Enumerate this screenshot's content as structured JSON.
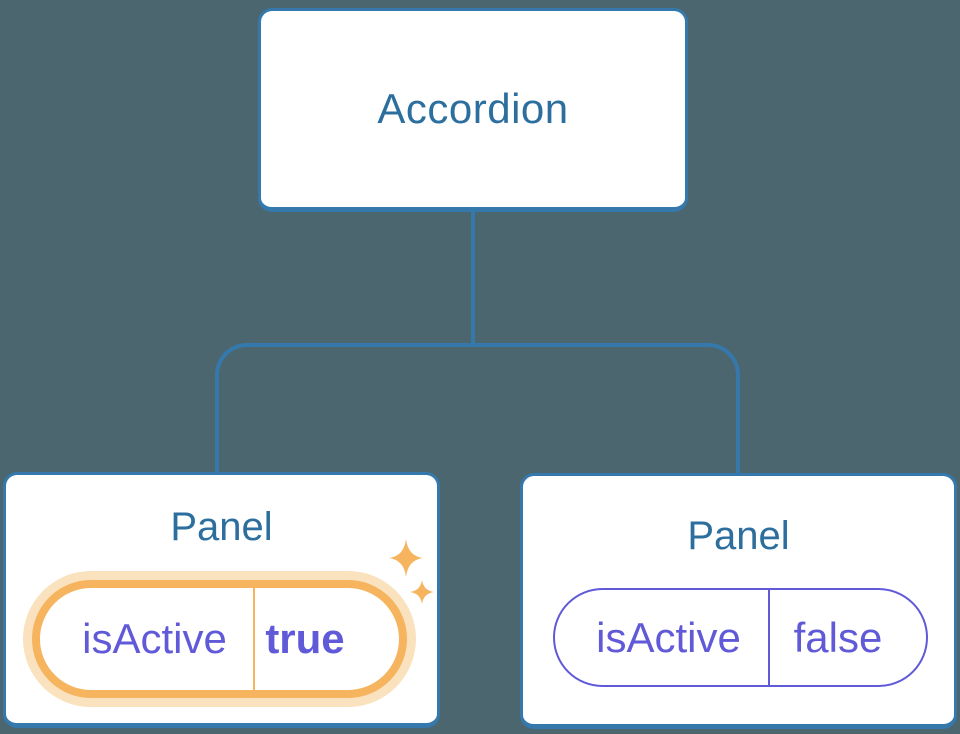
{
  "diagram": {
    "description": "Component tree diagram: Accordion parent with two Panel children holding isActive state",
    "background": "#4C6670",
    "root": {
      "label": "Accordion"
    },
    "panels": [
      {
        "title": "Panel",
        "state_key": "isActive",
        "state_value": "true",
        "highlighted": true,
        "icon": "sparkles-icon"
      },
      {
        "title": "Panel",
        "state_key": "isActive",
        "state_value": "false",
        "highlighted": false
      }
    ],
    "colors": {
      "node_fill": "#FFFFFF",
      "node_border": "#3579AC",
      "node_text": "#2C6E9D",
      "connector": "#3579AC",
      "state_purple": "#6059D8",
      "highlight_orange": "#F5B45D",
      "highlight_halo": "#FAE2BE"
    }
  }
}
